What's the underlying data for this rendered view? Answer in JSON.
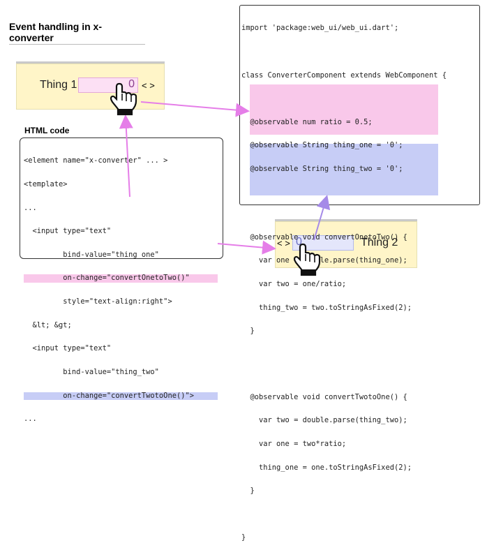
{
  "title": "Event handling in x-converter",
  "html_label": "HTML code",
  "html_code": {
    "lines": [
      "<element name=\"x-converter\" ... >",
      "<template>",
      "...",
      "  <input type=\"text\"",
      "         bind-value=\"thing_one\"",
      "         on-change=\"convertOnetoTwo()\"",
      "         style=\"text-align:right\">",
      "  &lt; &gt;",
      "  <input type=\"text\"",
      "         bind-value=\"thing_two\"",
      "         on-change=\"convertTwotoOne()\">",
      "..."
    ]
  },
  "dart_code": {
    "lines": [
      "import 'package:web_ui/web_ui.dart';",
      "",
      "class ConverterComponent extends WebComponent {",
      "",
      "  @observable num ratio = 0.5;",
      "  @observable String thing_one = '0';",
      "  @observable String thing_two = '0';",
      "",
      "  @observable void convertOnetoTwo() {",
      "    var one = double.parse(thing_one);",
      "    var two = one/ratio;",
      "    thing_two = two.toStringAsFixed(2);",
      "  }",
      "",
      "  @observable void convertTwotoOne() {",
      "    var two = double.parse(thing_two);",
      "    var one = two*ratio;",
      "    thing_one = one.toStringAsFixed(2);",
      "  }",
      "",
      "}"
    ]
  },
  "widget1": {
    "label": "Thing 1",
    "value": "0",
    "arrows": "< >"
  },
  "widget2": {
    "label": "Thing 2",
    "value": "0",
    "arrows": "< >"
  },
  "colors": {
    "pink": "#f9c8ea",
    "blue": "#c7cdf6",
    "arrow": "#e57ee8",
    "arrow_blue": "#a58ae8",
    "widget_bg": "#fff5c8"
  }
}
